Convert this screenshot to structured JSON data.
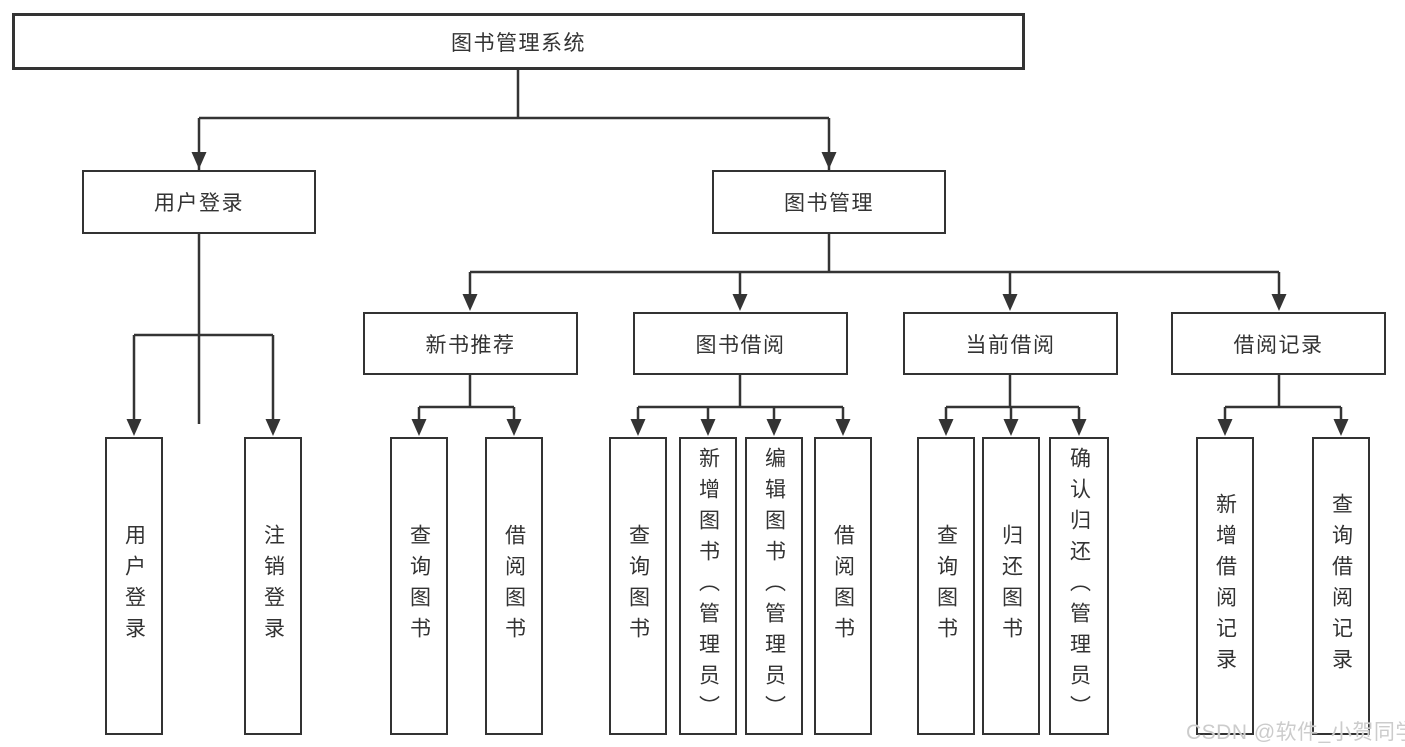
{
  "colors": {
    "line": "#343434",
    "box_border": "#333333",
    "text": "#333333",
    "background": "#ffffff",
    "watermark": "#cccccc"
  },
  "nodes": {
    "root": "图书管理系统",
    "level2": [
      "用户登录",
      "图书管理"
    ],
    "level3": [
      "新书推荐",
      "图书借阅",
      "当前借阅",
      "借阅记录"
    ],
    "leaves": [
      "用户登录",
      "注销登录",
      "查询图书",
      "借阅图书",
      "查询图书",
      "新增图书（管理员）",
      "编辑图书（管理员）",
      "借阅图书",
      "查询图书",
      "归还图书",
      "确认归还（管理员）",
      "新增借阅记录",
      "查询借阅记录"
    ]
  },
  "watermark": "CSDN @软件_小贺同学"
}
